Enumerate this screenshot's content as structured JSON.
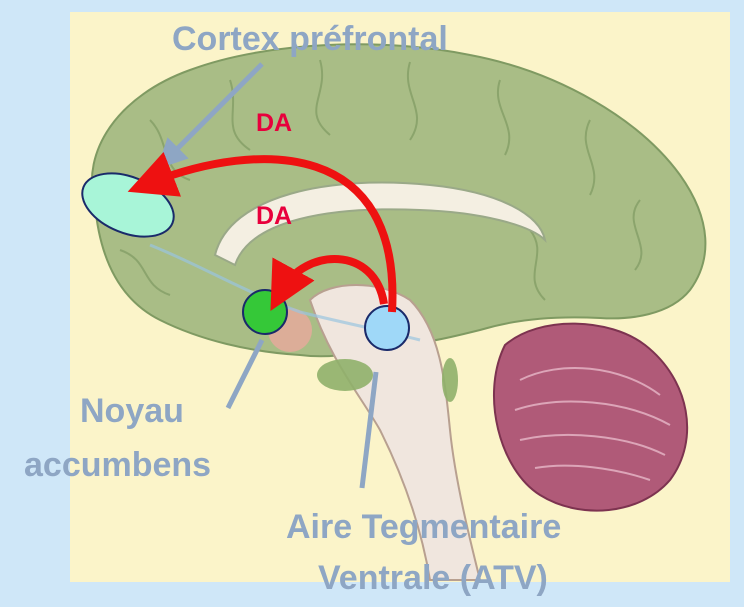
{
  "labels": {
    "cortex": "Cortex préfrontal",
    "da_top": "DA",
    "da_inner": "DA",
    "noyau_line1": "Noyau",
    "noyau_line2": "accumbens",
    "atv_line1": "Aire Tegmentaire",
    "atv_line2": "Ventrale (ATV)"
  },
  "colors": {
    "background": "#cfe7f8",
    "panel": "#fbf4c9",
    "brain": "#a9bd86",
    "brain_dark": "#7f9a62",
    "cerebellum": "#b05a78",
    "pointer": "#8ea6c4",
    "arrow": "#ee1111",
    "da_text": "#e8003c",
    "cortex_marker": "#a8f5d8",
    "noyau_marker": "#35c838",
    "atv_marker": "#9fd8f8"
  }
}
